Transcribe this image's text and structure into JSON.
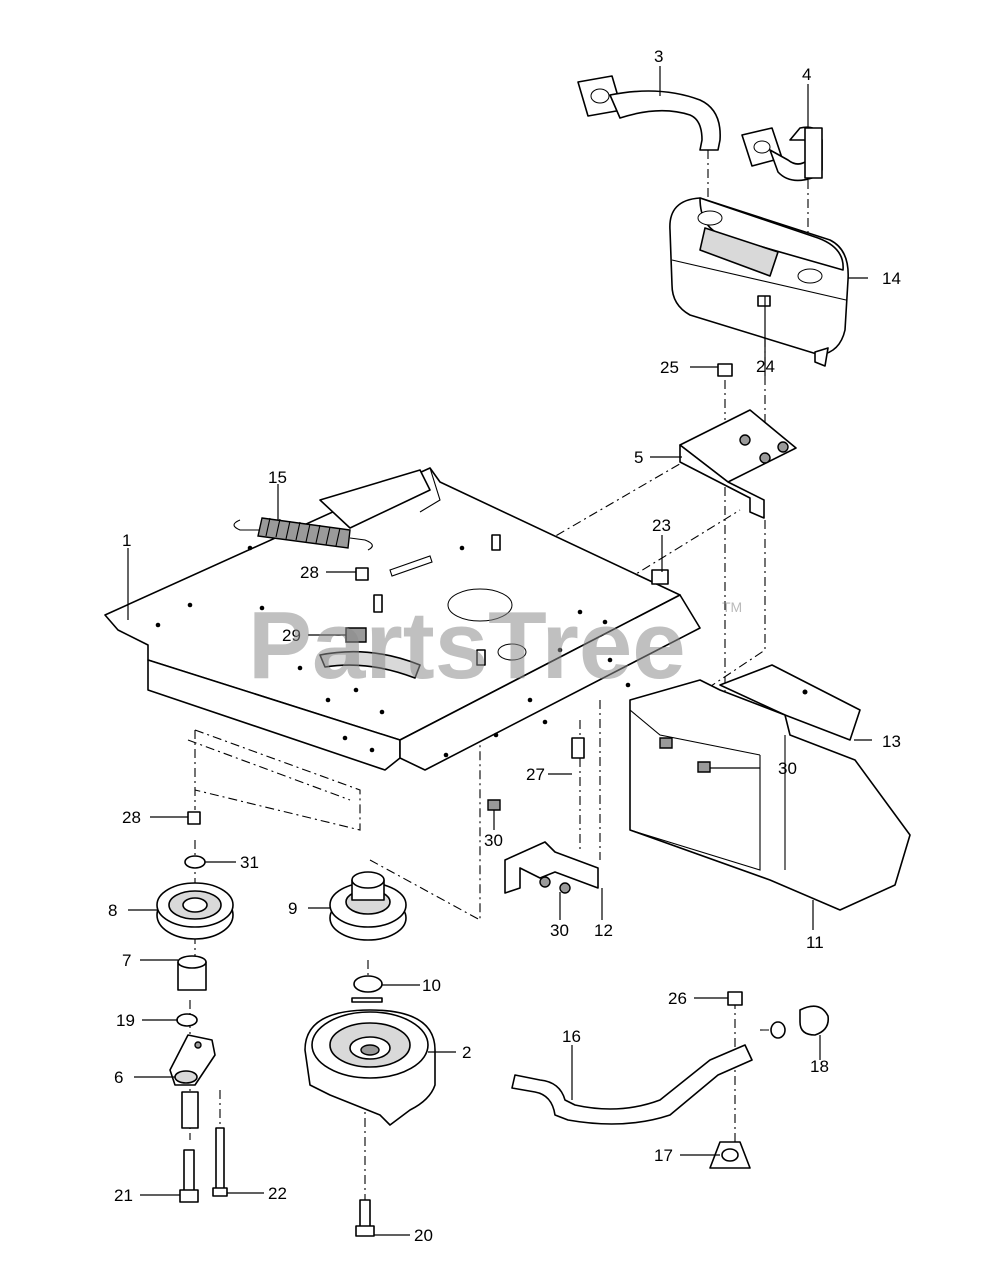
{
  "watermark": {
    "text": "PartsTree",
    "trademark": "TM"
  },
  "callouts": {
    "c1": "1",
    "c2": "2",
    "c3": "3",
    "c4": "4",
    "c5": "5",
    "c6": "6",
    "c7": "7",
    "c8": "8",
    "c9": "9",
    "c10": "10",
    "c11": "11",
    "c12": "12",
    "c13": "13",
    "c14": "14",
    "c15": "15",
    "c16": "16",
    "c17": "17",
    "c18": "18",
    "c19": "19",
    "c20": "20",
    "c21": "21",
    "c22": "22",
    "c23": "23",
    "c24": "24",
    "c25": "25",
    "c26": "26",
    "c27": "27",
    "c28a": "28",
    "c28b": "28",
    "c29": "29",
    "c30a": "30",
    "c30b": "30",
    "c30c": "30",
    "c31": "31"
  }
}
